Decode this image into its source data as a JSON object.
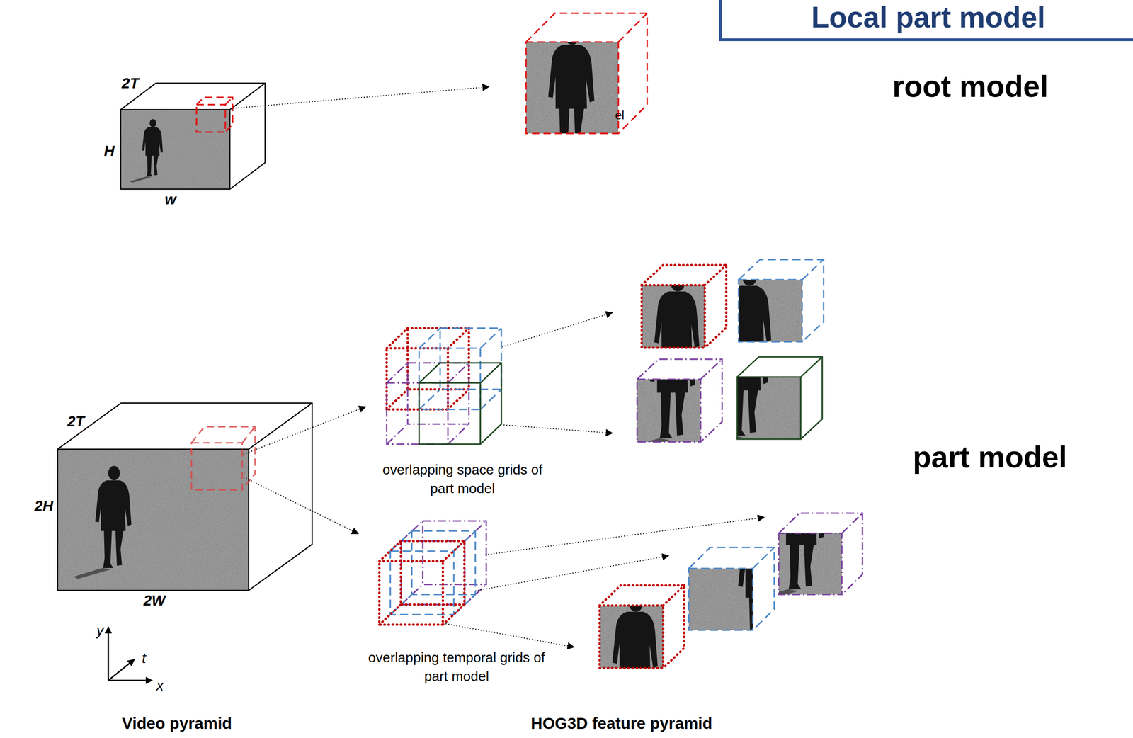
{
  "diagram": {
    "nodes": [
      {
        "text": [
          "Local part model"
        ]
      }
    ],
    "labels": [
      "2T",
      "H",
      "w",
      "el",
      "root model",
      "2T",
      "2H",
      "2W",
      "overlapping space grids of part model",
      "part model",
      "overlapping temporal grids of part model",
      "y",
      "t",
      "x",
      "Video pyramid",
      "HOG3D feature pyramid"
    ]
  }
}
